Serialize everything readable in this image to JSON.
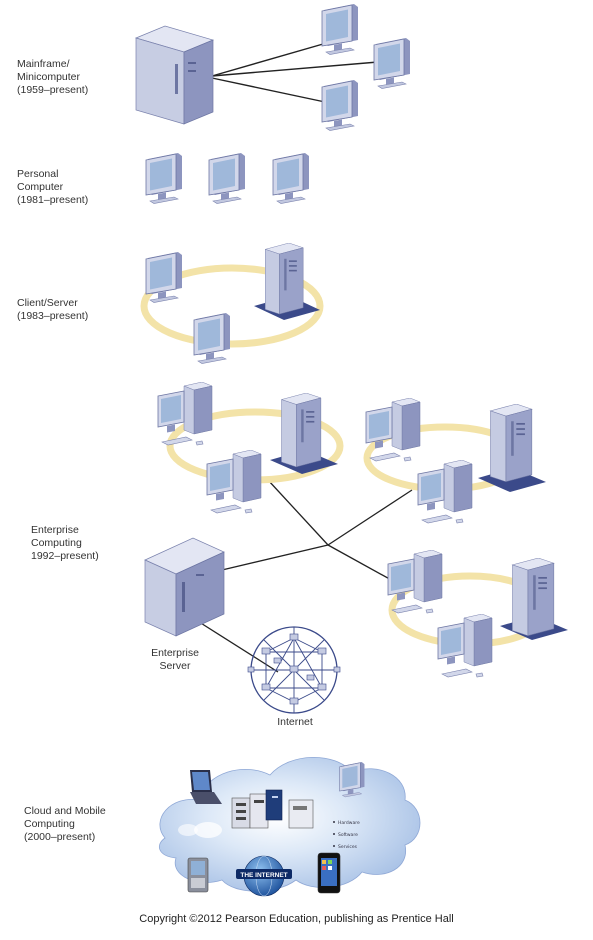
{
  "eras": [
    {
      "id": "mainframe",
      "lines": [
        "Mainframe/",
        "Minicomputer",
        "(1959–present)"
      ]
    },
    {
      "id": "personal",
      "lines": [
        "Personal",
        "Computer",
        "(1981–present)"
      ]
    },
    {
      "id": "client-server",
      "lines": [
        "Client/Server",
        "(1983–present)"
      ]
    },
    {
      "id": "enterprise",
      "lines": [
        "Enterprise",
        "Computing",
        "1992–present)"
      ]
    },
    {
      "id": "cloud",
      "lines": [
        "Cloud and Mobile",
        "Computing",
        "(2000–present)"
      ]
    }
  ],
  "enterprise_server_label": [
    "Enterprise",
    "Server"
  ],
  "internet_label": "Internet",
  "cloud_items": [
    "Hardware",
    "Software",
    "Services"
  ],
  "internet_banner": "THE INTERNET",
  "copyright": "Copyright ©2012 Pearson Education, publishing as Prentice Hall",
  "colors": {
    "device_face": "#c7cde3",
    "device_side": "#8d95bf",
    "device_top": "#e4e7f3",
    "screen": "#8fb0d6",
    "ring": "#f3e3a8",
    "line": "#222222",
    "cloud": "#b8cdeb"
  }
}
